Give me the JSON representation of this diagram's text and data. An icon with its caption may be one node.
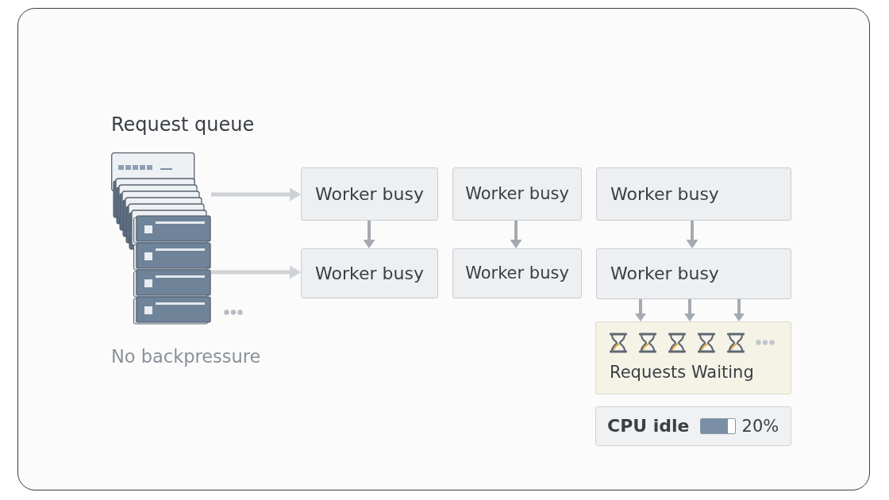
{
  "diagram": {
    "nodes": [
      {
        "text": [],
        "shape": "picture"
      },
      {
        "text": [
          "Worker busy"
        ]
      },
      {
        "text": [
          "Worker busy"
        ]
      },
      {
        "text": [
          "Worker busy"
        ]
      },
      {
        "text": [
          "Worker busy"
        ]
      },
      {
        "text": [
          "Worker busy"
        ]
      },
      {
        "text": [
          "Worker busy"
        ]
      },
      {
        "text": [
          "Requests Waiting"
        ]
      },
      {
        "text": [
          "CPU idle",
          "20%"
        ]
      }
    ],
    "edges": [
      {
        "from": 0,
        "to": 1,
        "arrow": "to",
        "color": "#cfd2d6"
      },
      {
        "from": 0,
        "to": 4,
        "arrow": "to",
        "color": "#cfd2d6"
      },
      {
        "from": 1,
        "to": 4,
        "arrow": "to"
      },
      {
        "from": 2,
        "to": 5,
        "arrow": "to"
      },
      {
        "from": 3,
        "to": 6,
        "arrow": "to"
      },
      {
        "from": 6,
        "to": 7,
        "arrow": "to"
      },
      {
        "from": 6,
        "to": 7,
        "arrow": "to"
      },
      {
        "from": 6,
        "to": 7,
        "arrow": "to"
      }
    ],
    "labels": [
      "Request queue",
      "No backpressure"
    ]
  }
}
